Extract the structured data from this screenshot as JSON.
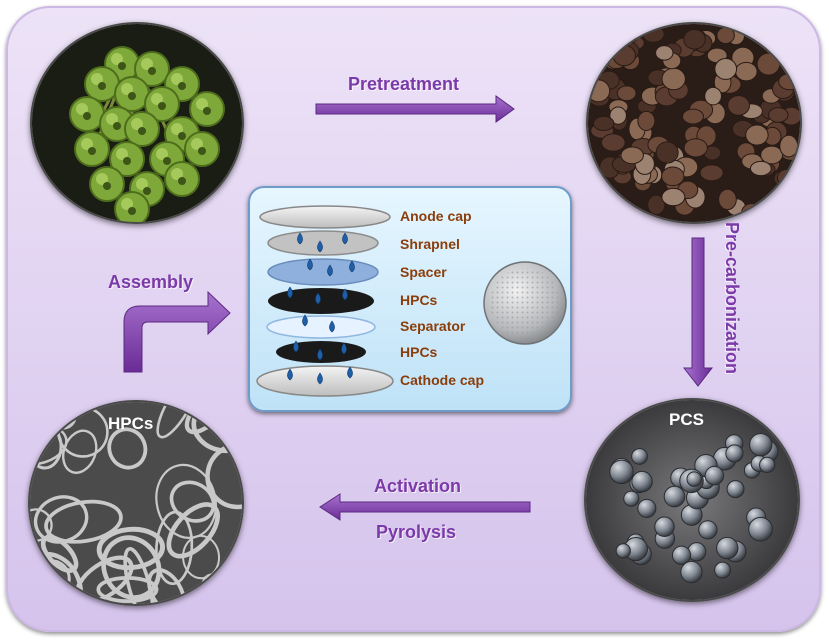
{
  "steps": {
    "pretreatment": "Pretreatment",
    "precarbonization": "Pre-carbonization",
    "activation": "Activation",
    "pyrolysis": "Pyrolysis",
    "assembly": "Assembly"
  },
  "nodes": {
    "pcs": "PCS",
    "hpcs": "HPCs"
  },
  "cell_layers": [
    "Anode cap",
    "Shrapnel",
    "Spacer",
    "HPCs",
    "Separator",
    "HPCs",
    "Cathode cap"
  ],
  "colors": {
    "arrow": "#7b3aa8",
    "label": "#7b3aa8",
    "layer_label": "#8b3d0a",
    "droplet": "#1f5fa8"
  },
  "icons": [
    "arrow-right-icon",
    "arrow-down-icon",
    "arrow-left-icon",
    "bent-arrow-icon"
  ]
}
